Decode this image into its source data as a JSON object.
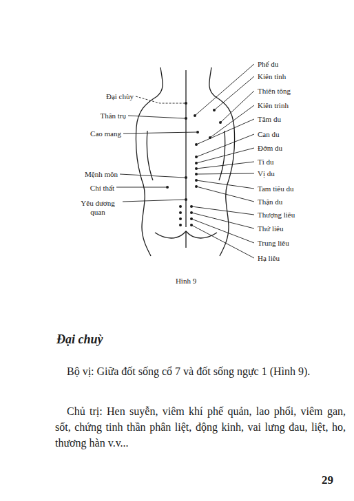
{
  "diagram": {
    "caption": "Hình 9",
    "labels": [
      "Phế du",
      "Kiên tỉnh",
      "Thiên tông",
      "Kiên trinh",
      "Tâm du",
      "Can du",
      "Đởm du",
      "Tì du",
      "Vị du",
      "Tam tiêu du",
      "Thận du",
      "Thượng liêu",
      "Thứ liêu",
      "Trung liêu",
      "Hạ liêu",
      "Đại chùy",
      "Thân trụ",
      "Cao mang",
      "Mệnh môn",
      "Chí thất",
      "Yêu dương quan",
      "Đại chuỳ",
      "Bộ vị: Giữa đốt sống cổ 7 và đốt sống ngực 1 (Hình 9).",
      "Chủ trị: Hen suyễn, viêm khí phế quản, lao phổi, viêm gan, sốt, chứng tinh thần phân liệt, động kinh, vai lưng đau, liệt, ho, thương hàn v.v...",
      "29"
    ]
  }
}
